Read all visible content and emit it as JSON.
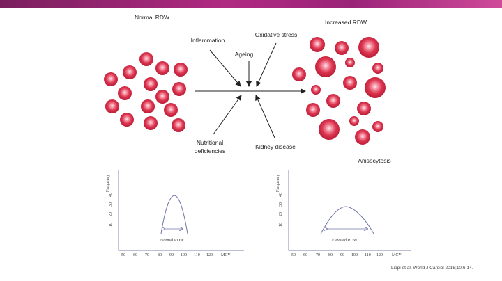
{
  "header": {
    "accent_color": "#a3267c"
  },
  "titles": {
    "normal": "Normal RDW",
    "increased": "Increased RDW",
    "anisocytosis": "Anisocytosis"
  },
  "factors": {
    "inflammation": "Inflammation",
    "ageing": "Ageing",
    "oxidative": "Oxidative stress",
    "nutritional_1": "Nutritional",
    "nutritional_2": "deficiencies",
    "kidney": "Kidney disease"
  },
  "charts": {
    "normal": {
      "ylabel": "Frequency",
      "yticks": [
        "10",
        "20",
        "30",
        "40"
      ],
      "xticks": [
        "50",
        "60",
        "70",
        "80",
        "90",
        "100",
        "110",
        "120"
      ],
      "xlabel": "MCV",
      "curve_label": "Normal RDW"
    },
    "elevated": {
      "ylabel": "Frequency",
      "yticks": [
        "10",
        "20",
        "30",
        "40"
      ],
      "xticks": [
        "50",
        "60",
        "70",
        "80",
        "90",
        "100",
        "110",
        "120"
      ],
      "xlabel": "MCV",
      "curve_label": "Elevated RDW"
    }
  },
  "citation": "Lippi et al. World J Cardiol 2018;10:6-14.",
  "colors": {
    "cell": "#d42a45",
    "curve": "#6f74a8",
    "axis": "#7a7ca8",
    "arrow": "#222222"
  }
}
